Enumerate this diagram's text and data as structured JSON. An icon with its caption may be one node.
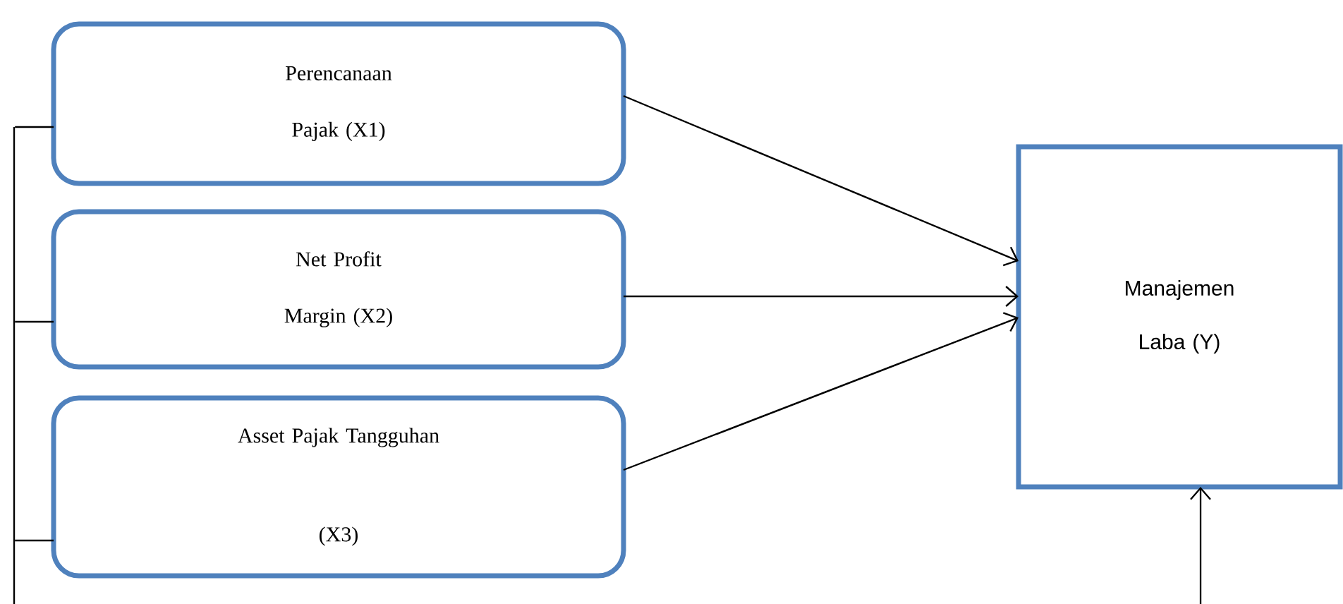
{
  "diagram": {
    "nodes": [
      {
        "text": [
          "Perencanaan Pajak (X1)"
        ]
      },
      {
        "text": [
          "Net Profit Margin (X2)"
        ]
      },
      {
        "text": [
          "Asset Pajak Tangguhan",
          "(X3)"
        ]
      },
      {
        "text": [
          "Manajemen Laba (Y)"
        ]
      },
      {
        "text": [],
        "shape": "bar"
      }
    ],
    "edges": [
      {
        "from": 0,
        "to": 3,
        "arrow": "to"
      },
      {
        "from": 1,
        "to": 3,
        "arrow": "to"
      },
      {
        "from": 2,
        "to": 3,
        "arrow": "to"
      },
      {
        "from": null,
        "to": 3,
        "arrow": "to"
      },
      {
        "from": 0,
        "to": 4,
        "arrow": "none"
      },
      {
        "from": 1,
        "to": 4,
        "arrow": "none"
      },
      {
        "from": 2,
        "to": 4,
        "arrow": "none"
      }
    ]
  }
}
